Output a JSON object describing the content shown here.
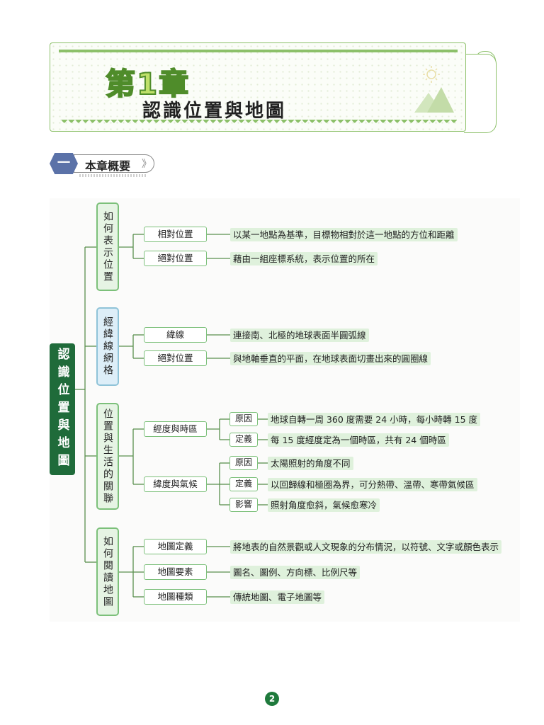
{
  "header": {
    "chapter_number": "第1章",
    "chapter_title": "認識位置與地圖",
    "colors": {
      "accent": "#8cc069",
      "chapter_fill": "#bfe06a",
      "chapter_stroke": "#4f8c2a"
    },
    "icons": [
      "sun-icon",
      "mountain-icon",
      "scroll-ruler-icon"
    ]
  },
  "section": {
    "number": "一",
    "label": "本章概要",
    "chevron": "》"
  },
  "mindmap": {
    "root": {
      "label": "認識位置與地圖"
    },
    "categories": [
      {
        "label": "如何表示位置",
        "nodes": [
          {
            "label": "相對位置",
            "desc": "以某一地點為基準，目標物相對於這一地點的方位和距離"
          },
          {
            "label": "絕對位置",
            "desc": "藉由一組座標系統，表示位置的所在"
          }
        ]
      },
      {
        "label": "經緯線網格",
        "nodes": [
          {
            "label": "緯線",
            "desc": "連接南、北極的地球表面半圓弧線"
          },
          {
            "label": "絕對位置",
            "desc": "與地軸垂直的平面，在地球表面切畫出來的圓圈線"
          }
        ]
      },
      {
        "label": "位置與生活的關聯",
        "nodes": [
          {
            "label": "經度與時區",
            "children": [
              {
                "label": "原因",
                "desc": "地球自轉一周 360 度需要 24 小時，每小時轉 15 度"
              },
              {
                "label": "定義",
                "desc": "每 15 度經度定為一個時區，共有 24 個時區"
              }
            ]
          },
          {
            "label": "緯度與氣候",
            "children": [
              {
                "label": "原因",
                "desc": "太陽照射的角度不同"
              },
              {
                "label": "定義",
                "desc": "以回歸線和極圈為界，可分熱帶、溫帶、寒帶氣候區"
              },
              {
                "label": "影響",
                "desc": "照射角度愈斜，氣候愈寒冷"
              }
            ]
          }
        ]
      },
      {
        "label": "如何閱讀地圖",
        "nodes": [
          {
            "label": "地圖定義",
            "desc": "將地表的自然景觀或人文現象的分布情況，以符號、文字或顏色表示"
          },
          {
            "label": "地圖要素",
            "desc": "圖名、圖例、方向標、比例尺等"
          },
          {
            "label": "地圖種類",
            "desc": "傳統地圖、電子地圖等"
          }
        ]
      }
    ]
  },
  "footer": {
    "page_number": "2"
  }
}
